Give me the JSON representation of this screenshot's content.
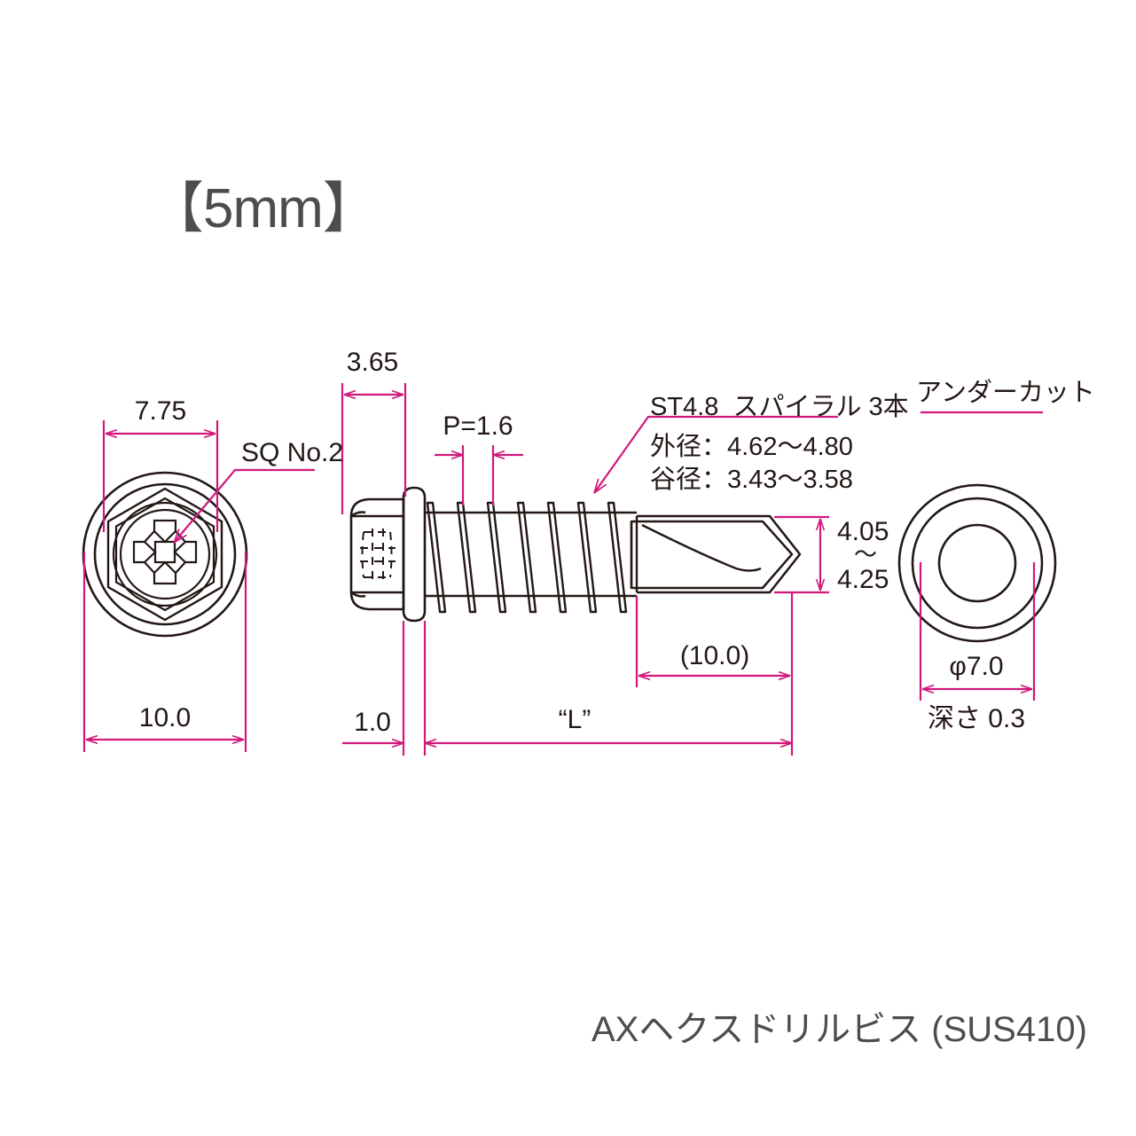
{
  "page": {
    "title": "【5mm】",
    "caption": "AXヘクスドリルビス (SUS410)",
    "background": "#ffffff",
    "line_color": "#231815",
    "dimension_color": "#d1187c",
    "title_color": "#4d4d4d"
  },
  "views": {
    "head_view": {
      "name": "hex-head-top-view",
      "dimensions": {
        "across_flats": "7.75",
        "flange_diameter": "10.0"
      },
      "annotations": {
        "recess": "SQ No.2"
      }
    },
    "side_view": {
      "name": "screw-side-view",
      "dimensions": {
        "head_height": "3.65",
        "thread_pitch": "P=1.6",
        "washer_thickness": "1.0",
        "length_label": "“L”",
        "drill_point_length": "(10.0)",
        "drill_diameter_upper": "4.05",
        "drill_diameter_tilde": "〜",
        "drill_diameter_lower": "4.25"
      },
      "annotations": {
        "thread_spec_line1": "ST4.8  スパイラル 3本",
        "thread_spec_line2": "外径：4.62〜4.80",
        "thread_spec_line3": "谷径：3.43〜3.58"
      }
    },
    "undercut_view": {
      "name": "undercut-bottom-view",
      "title": "アンダーカット",
      "dimensions": {
        "diameter": "φ7.0",
        "depth": "深さ 0.3"
      }
    }
  }
}
